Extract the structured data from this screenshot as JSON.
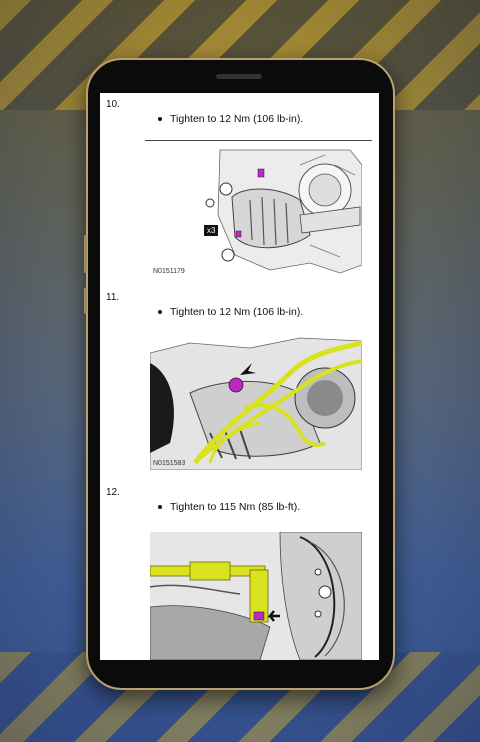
{
  "steps": [
    {
      "number": "10.",
      "instruction": "Tighten to 12 Nm (106 lb-in).",
      "figure_id": "N0151179",
      "callout": "x3"
    },
    {
      "number": "11.",
      "instruction": "Tighten to 12 Nm (106 lb-in).",
      "figure_id": "N0151583"
    },
    {
      "number": "12.",
      "instruction": "Tighten to 115 Nm (85 lb-ft)."
    }
  ],
  "colors": {
    "highlight": "#d9e21f",
    "marker": "#c026c0",
    "frame": "#b9a071"
  }
}
